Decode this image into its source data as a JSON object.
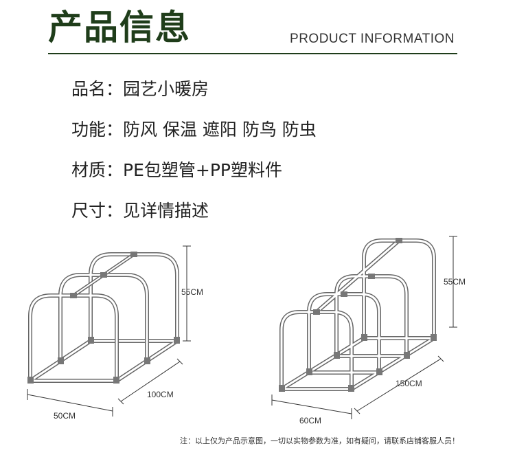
{
  "header": {
    "title": "产品信息",
    "subtitle": "PRODUCT INFORMATION"
  },
  "info": [
    {
      "label": "品名：",
      "value": "园艺小暖房"
    },
    {
      "label": "功能：",
      "value": "防风 保温 遮阳 防鸟 防虫"
    },
    {
      "label": "材质：",
      "value": "PE包塑管+PP塑料件"
    },
    {
      "label": "尺寸：",
      "value": "见详情描述"
    }
  ],
  "dims": {
    "small": {
      "height": "55CM",
      "length": "100CM",
      "width": "50CM"
    },
    "large": {
      "height": "55CM",
      "length": "150CM",
      "width": "60CM"
    }
  },
  "note": "注：以上仅为产品示意图，一切以实物参数为准，如有疑问，请联系店铺客服人员！",
  "colors": {
    "title": "#1f3d1a",
    "frame": "#555555"
  }
}
